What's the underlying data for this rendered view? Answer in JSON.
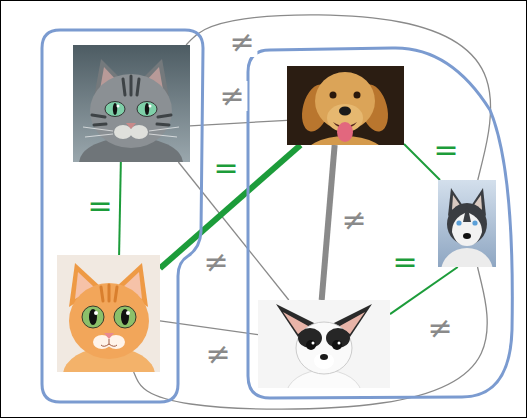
{
  "diagram": {
    "nodes": [
      {
        "text": []
      },
      {
        "text": [],
        "in": 0
      },
      {
        "text": [],
        "in": 0
      },
      {
        "text": []
      },
      {
        "text": [],
        "in": 3
      },
      {
        "text": [],
        "in": 3
      },
      {
        "text": [],
        "in": 3
      }
    ],
    "edges": [
      {
        "from": 1,
        "to": 2,
        "arrow": "none",
        "label": "="
      },
      {
        "from": 1,
        "to": 4,
        "arrow": "none",
        "label": "≠"
      },
      {
        "from": 1,
        "to": 5,
        "arrow": "none",
        "label": "≠"
      },
      {
        "from": 1,
        "to": 6,
        "arrow": "none",
        "label": "≠"
      },
      {
        "from": 2,
        "to": 4,
        "arrow": "none",
        "label": "="
      },
      {
        "from": 2,
        "to": 6,
        "arrow": "none",
        "label": "≠"
      },
      {
        "from": 2,
        "to": 5,
        "arrow": "none",
        "label": "≠"
      },
      {
        "from": 4,
        "to": 5,
        "arrow": "none",
        "label": "="
      },
      {
        "from": 4,
        "to": 6,
        "arrow": "none",
        "label": "≠"
      },
      {
        "from": 5,
        "to": 6,
        "arrow": "none",
        "label": "="
      }
    ]
  }
}
